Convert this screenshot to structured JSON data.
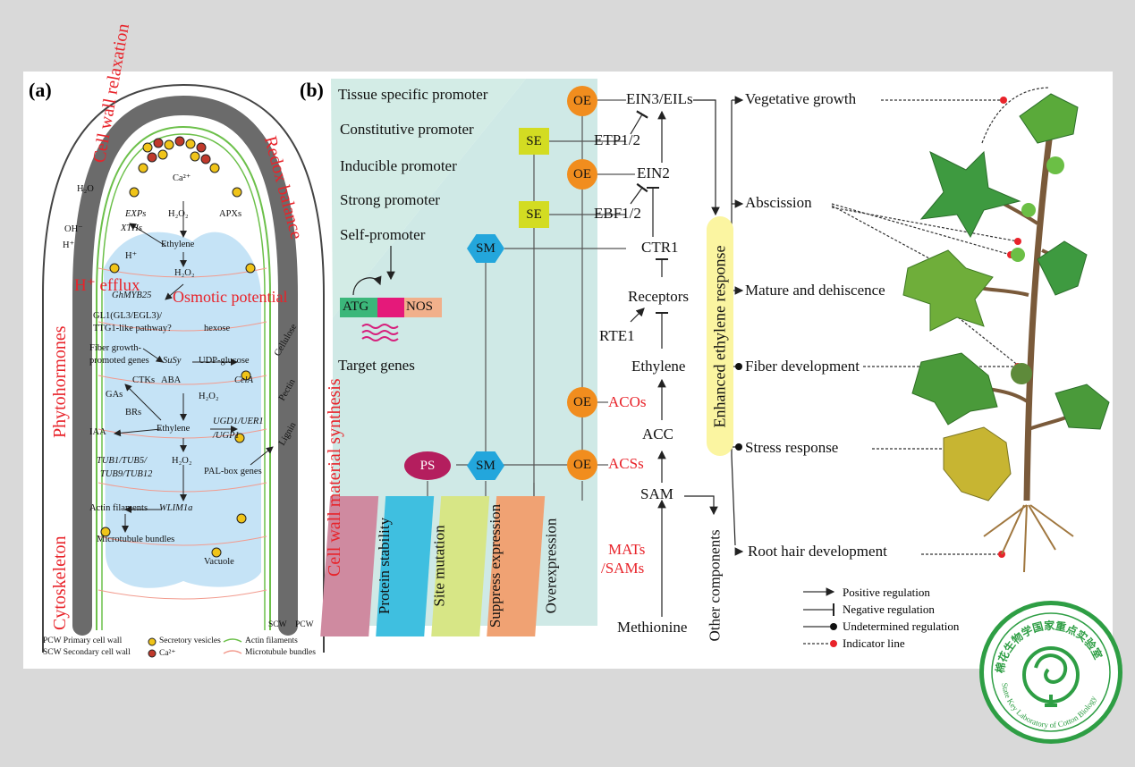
{
  "panel_a": {
    "label": "(a)",
    "cell_wall_relaxation": "Cell wall relaxation",
    "redox_balance": "Redox balance",
    "h_efflux": "H⁺ efflux",
    "osmotic_potential": "Osmotic potential",
    "phytohormones": "Phytohormones",
    "cytoskeleton": "Cytoskeleton",
    "cell_wall_synthesis": "Cell wall material synthesis",
    "ca": "Ca²⁺",
    "h2o": "H₂O",
    "oh": "OH⁻",
    "h_plus": "H⁺",
    "exps": "EXPs",
    "xths": "XTHs",
    "h2o2": "H₂O₂",
    "apxs": "APXs",
    "ethylene": "Ethylene",
    "ghmyb25": "GhMYB25",
    "gl1": "GL1(GL3/EGL3)/",
    "ttg1": "TTG1-like pathway?",
    "hexose": "hexose",
    "fiber_genes_1": "Fiber growth-",
    "fiber_genes_2": "promoted genes",
    "susy": "SuSy",
    "udp_glucose": "UDP-glucose",
    "cellulose": "Cellulose",
    "ctks": "CTKs",
    "aba": "ABA",
    "gas": "GAs",
    "brs": "BRs",
    "cela": "CelA",
    "pectin": "Pectin",
    "iaa": "IAA",
    "ugd1": "UGD1/UER1",
    "ugp1": "/UGP1",
    "lignin": "Lignin",
    "tub1": "TUB1/TUB5/",
    "tub9": "TUB9/TUB12",
    "pal": "PAL-box genes",
    "actin": "Actin filaments",
    "wlim1a": "WLIM1a",
    "microtubule": "Microtubule bundles",
    "vacuole": "Vacuole",
    "scw": "SCW",
    "pcw": "PCW",
    "legend": {
      "pcw": "PCW Primary cell wall",
      "scw": "SCW Secondary cell wall",
      "vesicles": "Secretory vesicles",
      "ca": "Ca²⁺",
      "actin": "Actin filaments",
      "microtubule": "Microtubule bundles"
    }
  },
  "panel_b": {
    "label": "(b)",
    "promoters": [
      "Tissue specific promoter",
      "Constitutive promoter",
      "Inducible promoter",
      "Strong promoter",
      "Self-promoter"
    ],
    "construct": {
      "atg": "ATG",
      "nos": "NOS",
      "target": "Target genes"
    },
    "nodes": {
      "oe": "OE",
      "se": "SE",
      "sm": "SM",
      "ps": "PS"
    },
    "strategies": [
      "Protein stability",
      "Site mutation",
      "Suppress expression",
      "Overexpression"
    ],
    "pathway": {
      "ein3": "EIN3/EILs",
      "etp": "ETP1/2",
      "ein2": "EIN2",
      "ebf": "EBF1/2",
      "ctr1": "CTR1",
      "receptors": "Receptors",
      "rte1": "RTE1",
      "ethylene": "Ethylene",
      "acos": "ACOs",
      "acc": "ACC",
      "acss": "ACSs",
      "sam": "SAM",
      "mats": "MATs",
      "sams": "/SAMs",
      "methionine": "Methionine",
      "other": "Other components"
    },
    "response": "Enhanced ethylene response",
    "outcomes": [
      "Vegetative growth",
      "Abscission",
      "Mature and dehiscence",
      "Fiber development",
      "Stress  response",
      "Root hair development"
    ],
    "legend": [
      "Positive regulation",
      "Negative regulation",
      "Undetermined regulation",
      "Indicator line"
    ]
  },
  "seal": {
    "top_text": "棉花生物学国家重点实验室",
    "bottom_text": "State Key Laboratory of Cotton Biology"
  },
  "colors": {
    "red": "#e8232a",
    "oe": "#f18d1e",
    "se": "#d3dc22",
    "sm": "#23a6dc",
    "ps": "#b41e5e",
    "teal": "#d3ece6",
    "seal": "#2e9e44"
  }
}
